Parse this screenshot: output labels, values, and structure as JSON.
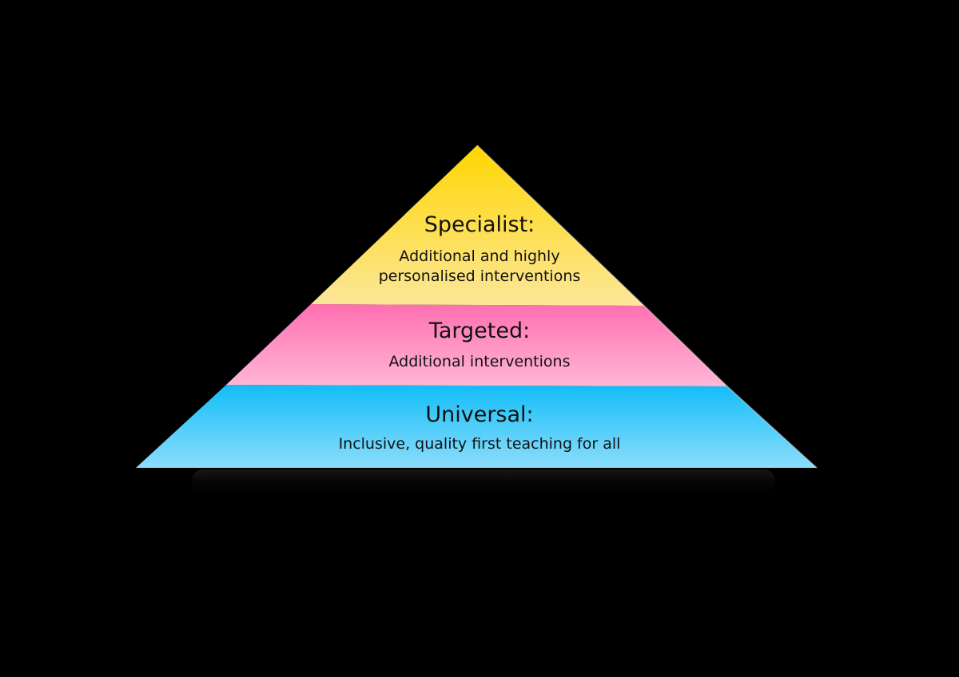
{
  "colors": {
    "background": "#000000",
    "specialist_top": "#FFD600",
    "specialist_bottom": "#FCE79A",
    "targeted_top": "#FF6FB0",
    "targeted_bottom": "#FFB7D6",
    "universal_top": "#12BDF8",
    "universal_bottom": "#8CDDFB",
    "text": "#111111"
  },
  "tiers": [
    {
      "title": "Specialist:",
      "description_lines": [
        "Additional and highly",
        "personalised interventions"
      ]
    },
    {
      "title": "Targeted:",
      "description_lines": [
        "Additional interventions"
      ]
    },
    {
      "title": "Universal:",
      "description_lines": [
        "Inclusive, quality first teaching for all"
      ]
    }
  ]
}
